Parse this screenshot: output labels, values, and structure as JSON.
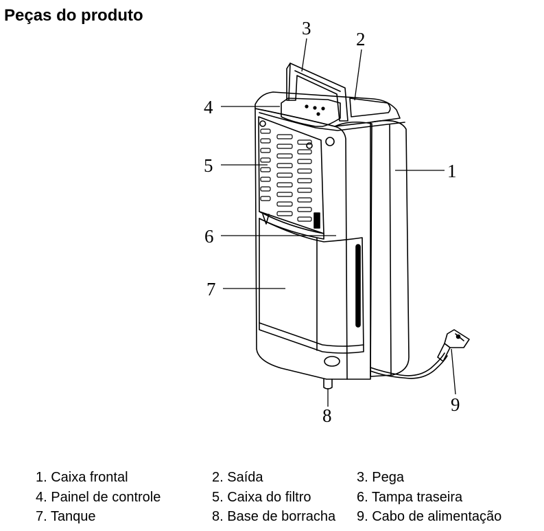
{
  "title": "Peças do produto",
  "callouts": [
    {
      "number": "1"
    },
    {
      "number": "2"
    },
    {
      "number": "3"
    },
    {
      "number": "4"
    },
    {
      "number": "5"
    },
    {
      "number": "6"
    },
    {
      "number": "7"
    },
    {
      "number": "8"
    },
    {
      "number": "9"
    }
  ],
  "parts": [
    {
      "label": "1. Caixa frontal"
    },
    {
      "label": "2. Saída"
    },
    {
      "label": "3. Pega"
    },
    {
      "label": "4. Painel de controle"
    },
    {
      "label": "5. Caixa do filtro"
    },
    {
      "label": "6. Tampa traseira"
    },
    {
      "label": "7. Tanque"
    },
    {
      "label": "8. Base de borracha"
    },
    {
      "label": "9. Cabo de alimentação"
    }
  ]
}
